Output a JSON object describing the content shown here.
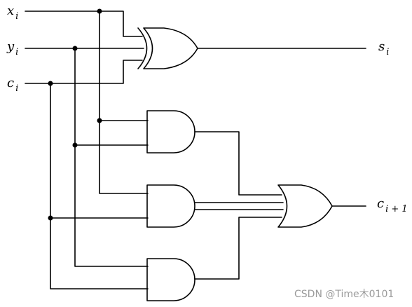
{
  "inputs": {
    "x": {
      "base": "x",
      "sub": "i"
    },
    "y": {
      "base": "y",
      "sub": "i"
    },
    "c": {
      "base": "c",
      "sub": "i"
    }
  },
  "outputs": {
    "sum": {
      "base": "s",
      "sub": "i"
    },
    "carry": {
      "base": "c",
      "sub": "i + 1"
    }
  },
  "watermark": "CSDN @Time木0101"
}
